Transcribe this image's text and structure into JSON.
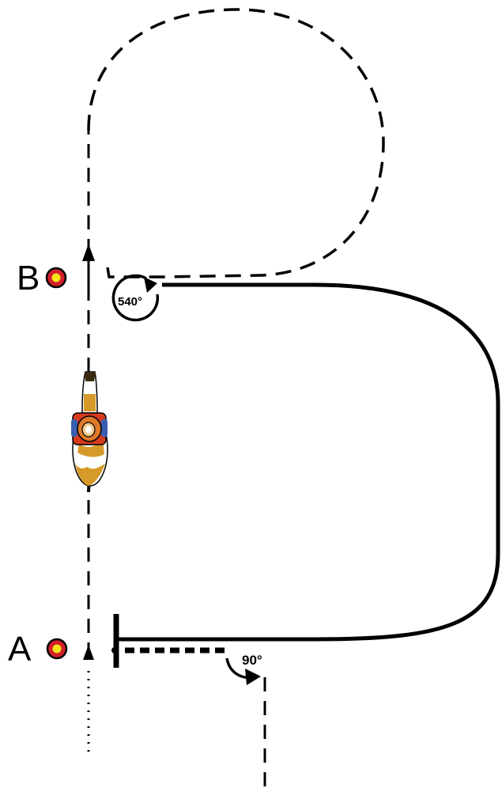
{
  "markers": {
    "a": {
      "letter": "A"
    },
    "b": {
      "letter": "B"
    }
  },
  "turns": {
    "spin": {
      "label": "540°"
    },
    "quarter": {
      "label": "90°"
    }
  },
  "colors": {
    "line": "#000000",
    "marker_ring": "#d0202a",
    "marker_center": "#f5e31a",
    "horse_coat": "#d69a2a",
    "horse_white": "#ffffff",
    "saddle_pad": "#d63b1c",
    "saddle_blue": "#3a5fb0",
    "rider_skin": "#f2c98a"
  }
}
